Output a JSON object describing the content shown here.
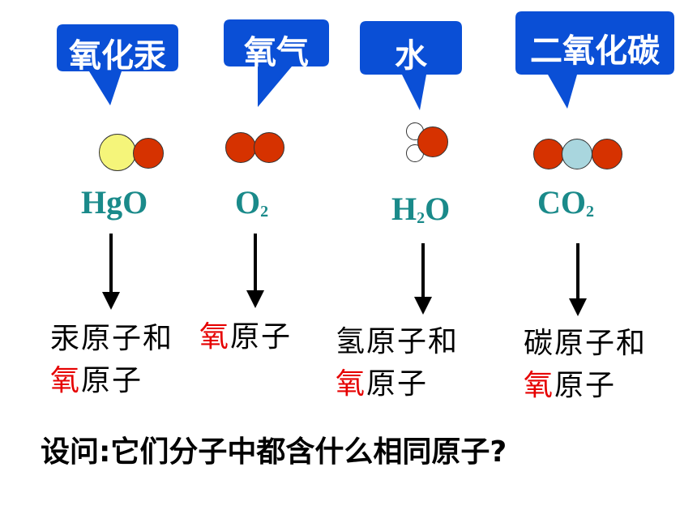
{
  "colors": {
    "callout_fill": "#0a4fd6",
    "formula": "#1a8a8a",
    "oxygen_atom": "#d63200",
    "mercury_atom": "#f5f57a",
    "carbon_atom": "#a9d6de",
    "hydrogen_atom": "#ffffff",
    "highlight_text": "#e60000"
  },
  "molecules": [
    {
      "name": "氧化汞",
      "formula_main": "HgO",
      "formula_sub": "",
      "formula_tail": "",
      "atoms_text_first": "汞原子和",
      "atoms_text_second_red": "氧",
      "atoms_text_second_rest": "原子"
    },
    {
      "name": "氧气",
      "formula_main": "O",
      "formula_sub": "2",
      "formula_tail": "",
      "atoms_text_first_red": "氧",
      "atoms_text_first_rest": "原子"
    },
    {
      "name": "水",
      "formula_main": "H",
      "formula_sub": "2",
      "formula_tail": "O",
      "atoms_text_first": "氢原子和",
      "atoms_text_second_red": "氧",
      "atoms_text_second_rest": "原子"
    },
    {
      "name": "二氧化碳",
      "formula_main": "CO",
      "formula_sub": "2",
      "formula_tail": "",
      "atoms_text_first": "碳原子和",
      "atoms_text_second_red": "氧",
      "atoms_text_second_rest": "原子"
    }
  ],
  "question": "设问:它们分子中都含什么相同原子?"
}
